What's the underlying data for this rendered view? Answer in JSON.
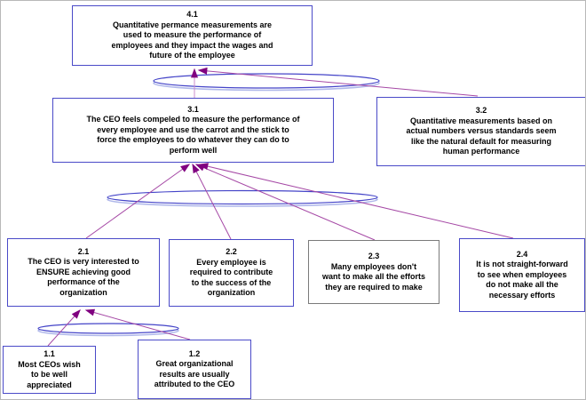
{
  "diagram": {
    "title": "current-reality-tree",
    "nodes": [
      {
        "id": "4.1",
        "text": "Quantitative permance measurements are\nused to measure the performance of\nemployees and they impact the wages and\nfuture of the employee"
      },
      {
        "id": "3.1",
        "text": "The CEO feels compeled to measure the performance of\nevery employee and use the carrot and the stick to\nforce the employees to do whatever they can do to\nperform well"
      },
      {
        "id": "3.2",
        "text": "Quantitative measurements based on\nactual numbers versus standards seem\nlike the natural default for measuring\nhuman performance"
      },
      {
        "id": "2.1",
        "text": "The CEO is very interested to\nENSURE achieving good\nperformance of the\norganization"
      },
      {
        "id": "2.2",
        "text": "Every employee is\nrequired to contribute\nto the success of the\norganization"
      },
      {
        "id": "2.3",
        "text": "Many employees don't\nwant to make all the efforts\nthey are required to make"
      },
      {
        "id": "2.4",
        "text": "It is not straight-forward\nto see when employees\ndo not make all the\nnecessary efforts"
      },
      {
        "id": "1.1",
        "text": "Most CEOs wish\nto be well\nappreciated"
      },
      {
        "id": "1.2",
        "text": "Great organizational\nresults are usually\nattributed to the CEO"
      }
    ],
    "colors": {
      "box_border": "#4a4ac8",
      "box_border_gray": "#7a7a7a",
      "connector_line": "#a548a5",
      "connector_line_light": "#cc8ccc",
      "arrowhead": "#800080",
      "ellipse_stroke": "#4444c8",
      "ellipse_shadow": "#b0b8ea",
      "text": "#000000",
      "background": "#ffffff"
    }
  }
}
